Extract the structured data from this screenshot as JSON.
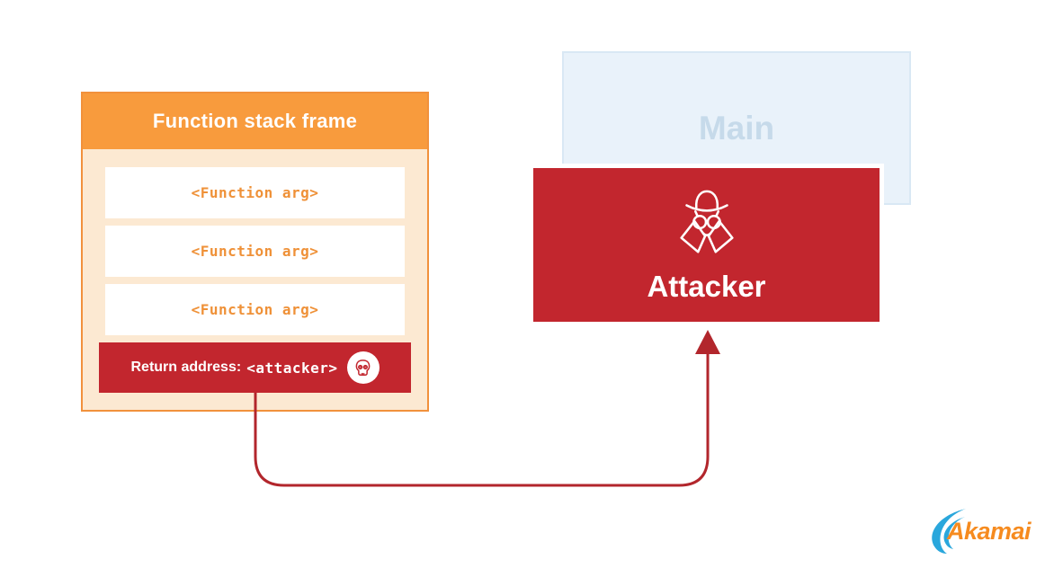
{
  "page": {
    "background": "#ffffff"
  },
  "stack_frame": {
    "title": "Function stack frame",
    "rows": [
      {
        "label": "<Function arg>"
      },
      {
        "label": "<Function arg>"
      },
      {
        "label": "<Function arg>"
      }
    ],
    "return_row": {
      "prefix": "Return address:",
      "value": "<attacker>",
      "icon": "skull-icon"
    },
    "colors": {
      "header_bg": "#f89b3d",
      "body_bg": "#fce9d2",
      "border": "#f1913c",
      "row_bg": "#ffffff",
      "arg_text": "#ef9138",
      "return_bg": "#c2262e",
      "return_text": "#ffffff"
    }
  },
  "main_box": {
    "label": "Main",
    "colors": {
      "bg": "#e9f2fa",
      "border": "#d9e8f4",
      "text": "#c6daea"
    }
  },
  "attacker_box": {
    "label": "Attacker",
    "icon": "spy-icon",
    "colors": {
      "bg": "#c2262e",
      "outline": "#ffffff",
      "text": "#ffffff"
    }
  },
  "arrow": {
    "description": "from return-address row to attacker box",
    "color": "#b2262c"
  },
  "logo": {
    "text": "Akamai",
    "icon": "akamai-swoosh-icon",
    "colors": {
      "text": "#f68b1f",
      "swoosh": "#2aa7dc"
    }
  }
}
